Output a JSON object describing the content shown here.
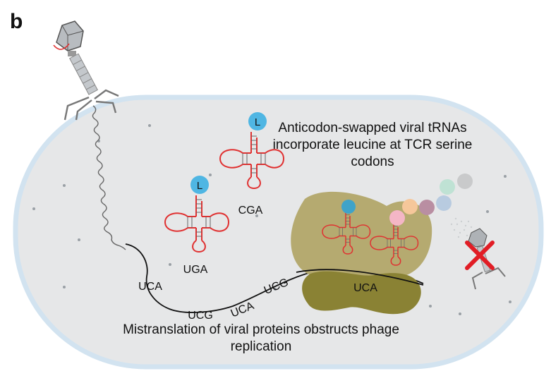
{
  "panel_label": "b",
  "trnas": [
    {
      "amino_acid": "L",
      "anticodon": "UGA"
    },
    {
      "amino_acid": "L",
      "anticodon": "CGA"
    }
  ],
  "mrna_codons": [
    "UCA",
    "UCG",
    "UCA",
    "UCG"
  ],
  "ribosome_codon": "UCA",
  "caption_top": "Anticodon-swapped viral tRNAs incorporate leucine at TCR serine codons",
  "caption_bottom": "Mistranslation of viral proteins obstructs phage replication",
  "colors": {
    "cell_fill": "#e6e7e8",
    "cell_border": "#d2e3f0",
    "trna_red": "#e03131",
    "leucine_blue": "#4fb6e3",
    "ribosome_large": "#b5aa70",
    "ribosome_small": "#8a8234",
    "cross_red": "#e11d25"
  },
  "icons": [
    "phage-icon",
    "cross-icon"
  ]
}
